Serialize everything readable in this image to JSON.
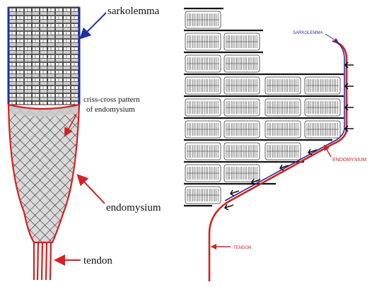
{
  "left_panel": {
    "labels": {
      "sarkolemma": "sarkolemma",
      "crisscross_line1": "criss-cross pattern",
      "crisscross_line2": "of endomysium",
      "endomysium": "endomysium",
      "tendon": "tendon"
    }
  },
  "right_panel": {
    "labels": {
      "sarkolemma": "SARKOLEMMA",
      "endomysium": "ENDOMYSIUM",
      "tendon": "TENDON"
    }
  },
  "colors": {
    "sarkolemma": "#1f2fa8",
    "endomysium": "#d62020",
    "fiber": "#222222"
  }
}
